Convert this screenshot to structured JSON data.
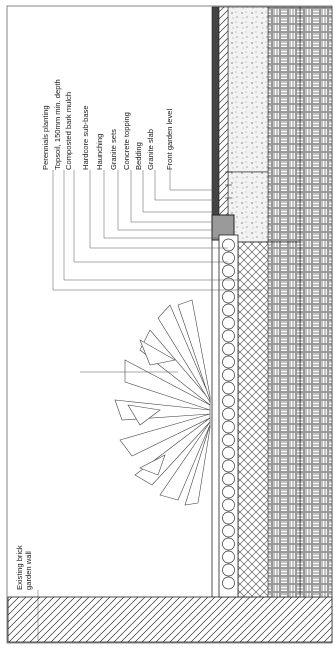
{
  "labels": {
    "perennials": "Perennials planting",
    "topsoil": "Topsoil, 150mm min. depth",
    "bark_mulch": "Composted bark mulch",
    "hardcore": "Hardcore sub-base",
    "haunching": "Haunching",
    "granite_sets": "Granite sets",
    "concrete_topping": "Concrete topping",
    "bedding": "Bedding",
    "granite_slab": "Granite slab",
    "front_garden_level": "Front garden level",
    "brick_wall_line1": "Existing brick",
    "brick_wall_line2": "garden wall"
  },
  "colors": {
    "ink": "#222222",
    "paper": "#ffffff",
    "granite_set_fill": "#9a9a9a",
    "concrete": "#e9e9e9"
  }
}
